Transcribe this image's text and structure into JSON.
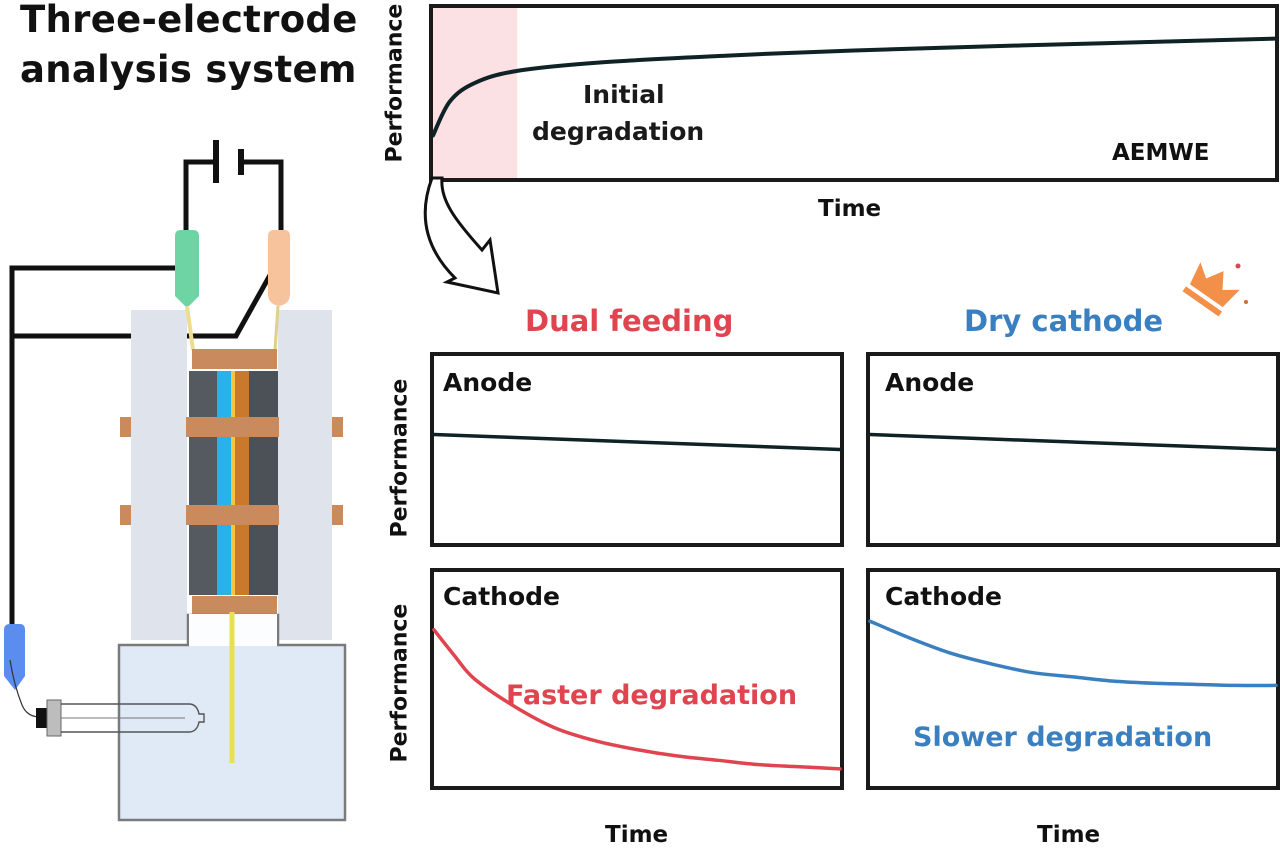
{
  "title": {
    "line1": "Three-electrode",
    "line2": "analysis system"
  },
  "colors": {
    "dual_feeding": "#e0444f",
    "dry_cathode": "#3a7fbf",
    "curve_dark": "#0f2226",
    "initial_region": "#fbe1e4",
    "crown": "#f2904a",
    "working_electrode_clip": "#6fd4a4",
    "counter_electrode_clip": "#f7c39d",
    "reference_electrode_clip": "#5b8def",
    "membrane_blue": "#27b2e8",
    "copper": "#c98a5e",
    "gdl_dark": "#555a61",
    "housing": "#dfe3ec",
    "electrolyte": "#dfeaf6"
  },
  "top_chart": {
    "ylabel": "Performance",
    "xlabel": "Time",
    "annotation_line1": "Initial",
    "annotation_line2": "degradation",
    "system_label": "AEMWE"
  },
  "conditions": {
    "dual_feeding": "Dual feeding",
    "dry_cathode": "Dry cathode"
  },
  "panels": {
    "ylabel": "Performance",
    "xlabel": "Time",
    "anode_label": "Anode",
    "cathode_label": "Cathode",
    "faster": "Faster degradation",
    "slower": "Slower degradation"
  },
  "icons": {
    "crown": "crown-icon",
    "arrow": "curved-arrow-icon",
    "battery": "power-source-icon"
  },
  "chart_data": [
    {
      "type": "line",
      "title": "AEMWE",
      "xlabel": "Time",
      "ylabel": "Performance",
      "highlighted_region": {
        "label": "Initial degradation",
        "x_range": [
          0,
          0.1
        ]
      },
      "series": [
        {
          "name": "AEMWE",
          "x": [
            0,
            0.02,
            0.05,
            0.1,
            0.2,
            0.35,
            0.5,
            0.7,
            0.85,
            1.0
          ],
          "y": [
            0.25,
            0.45,
            0.56,
            0.63,
            0.68,
            0.72,
            0.75,
            0.78,
            0.8,
            0.82
          ]
        }
      ],
      "xlim": [
        0,
        1
      ],
      "ylim": [
        0,
        1
      ],
      "grid": false
    },
    {
      "type": "line",
      "title": "Dual feeding - Anode",
      "xlabel": "",
      "ylabel": "Performance",
      "series": [
        {
          "name": "Anode",
          "x": [
            0,
            0.25,
            0.5,
            0.75,
            1.0
          ],
          "y": [
            0.58,
            0.56,
            0.54,
            0.52,
            0.5
          ]
        }
      ],
      "xlim": [
        0,
        1
      ],
      "ylim": [
        0,
        1
      ],
      "grid": false
    },
    {
      "type": "line",
      "title": "Dry cathode - Anode",
      "xlabel": "",
      "ylabel": "",
      "series": [
        {
          "name": "Anode",
          "x": [
            0,
            0.25,
            0.5,
            0.75,
            1.0
          ],
          "y": [
            0.58,
            0.56,
            0.54,
            0.52,
            0.5
          ]
        }
      ],
      "xlim": [
        0,
        1
      ],
      "ylim": [
        0,
        1
      ],
      "grid": false
    },
    {
      "type": "line",
      "title": "Dual feeding - Cathode",
      "xlabel": "Time",
      "ylabel": "Performance",
      "annotation": "Faster degradation",
      "series": [
        {
          "name": "Cathode",
          "x": [
            0,
            0.05,
            0.1,
            0.2,
            0.3,
            0.4,
            0.5,
            0.6,
            0.7,
            0.8,
            0.9,
            1.0
          ],
          "y": [
            0.73,
            0.61,
            0.5,
            0.37,
            0.27,
            0.21,
            0.17,
            0.14,
            0.12,
            0.1,
            0.09,
            0.08
          ]
        }
      ],
      "xlim": [
        0,
        1
      ],
      "ylim": [
        0,
        1
      ],
      "grid": false
    },
    {
      "type": "line",
      "title": "Dry cathode - Cathode",
      "xlabel": "Time",
      "ylabel": "",
      "annotation": "Slower degradation",
      "series": [
        {
          "name": "Cathode",
          "x": [
            0,
            0.1,
            0.2,
            0.3,
            0.4,
            0.5,
            0.6,
            0.7,
            0.8,
            0.9,
            1.0
          ],
          "y": [
            0.77,
            0.69,
            0.62,
            0.57,
            0.53,
            0.51,
            0.49,
            0.48,
            0.475,
            0.47,
            0.47
          ]
        }
      ],
      "xlim": [
        0,
        1
      ],
      "ylim": [
        0,
        1
      ],
      "grid": false
    }
  ]
}
